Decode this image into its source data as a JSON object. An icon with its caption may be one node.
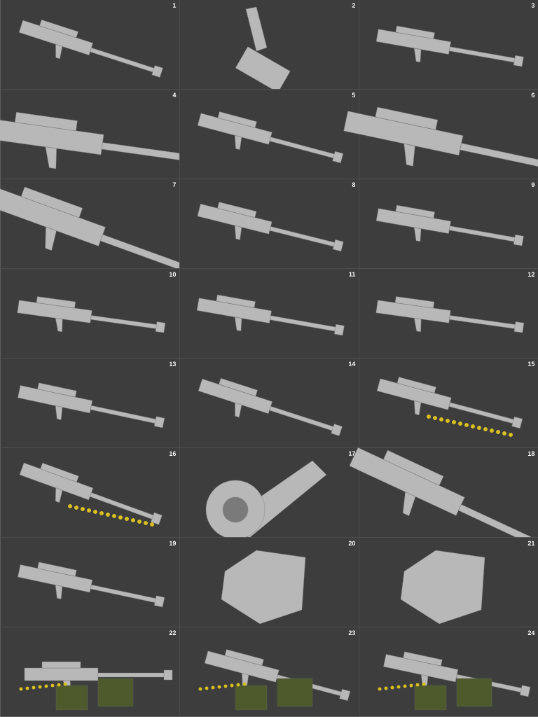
{
  "diagram": {
    "nodes": [
      {
        "text": [
          "1"
        ]
      },
      {
        "text": [
          "2"
        ]
      },
      {
        "text": [
          "3"
        ]
      },
      {
        "text": [
          "4"
        ]
      },
      {
        "text": [
          "5"
        ]
      },
      {
        "text": [
          "6"
        ]
      },
      {
        "text": [
          "7"
        ]
      },
      {
        "text": [
          "8"
        ]
      },
      {
        "text": [
          "9"
        ]
      },
      {
        "text": [
          "10"
        ]
      },
      {
        "text": [
          "11"
        ]
      },
      {
        "text": [
          "12"
        ]
      },
      {
        "text": [
          "13"
        ]
      },
      {
        "text": [
          "14"
        ]
      },
      {
        "text": [
          "15"
        ]
      },
      {
        "text": [
          "16"
        ]
      },
      {
        "text": [
          "17"
        ]
      },
      {
        "text": [
          "18"
        ]
      },
      {
        "text": [
          "19"
        ]
      },
      {
        "text": [
          "20"
        ]
      },
      {
        "text": [
          "21"
        ]
      },
      {
        "text": [
          "22"
        ]
      },
      {
        "text": [
          "23"
        ]
      },
      {
        "text": [
          "24"
        ]
      }
    ]
  }
}
